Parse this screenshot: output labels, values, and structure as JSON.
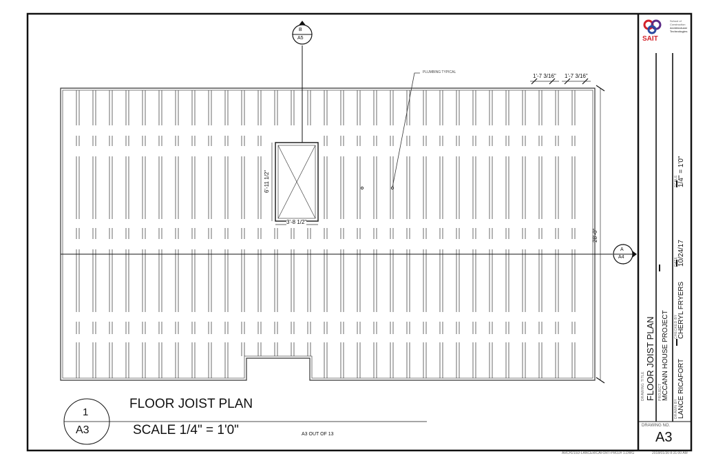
{
  "drawing": {
    "section_top": {
      "letter": "B",
      "sheet": "A5"
    },
    "section_right": {
      "letter": "A",
      "sheet": "A4"
    },
    "note_plumbing": "PLUMBING TYPICAL",
    "dim_joist_1": "1'-7 3/16\"",
    "dim_joist_2": "1'-7 3/16\"",
    "dim_opening_height": "6'-11 1/2\"",
    "dim_opening_width": "3'-8 1/2\"",
    "dim_overall_depth": "28'-0\""
  },
  "caption": {
    "number": "1",
    "sheet": "A3",
    "title": "FLOOR JOIST PLAN",
    "scale": "SCALE 1/4\" = 1'0\"",
    "page_of": "A3 OUT OF 13"
  },
  "title_block": {
    "logo_text": "SAIT",
    "school_line1": "School of",
    "school_line2": "Construction",
    "school_line3": "Architectural",
    "school_line4": "Technologies",
    "drawing_title_label": "DRAWING TITLE",
    "drawing_title": "FLOOR JOIST PLAN",
    "project_label": "PROJECT",
    "project": "MCCANN HOUSE PROJECT",
    "drawn_by_label": "DRAWN BY",
    "drawn_by": "LANCE RICAFORT",
    "checked_by_label": "CHECKED BY",
    "checked_by": "CHERYL FRYERS",
    "date_label": "DATE",
    "date": "10/24/17",
    "scale_label": "SCALE",
    "scale": "1/4\" = 1'0\"",
    "drawing_no_label": "DRAWING NO.",
    "drawing_no": "A3"
  },
  "footer": {
    "file": "ARCH215D-LANCERICAFORT-PROJ# 1.DWG",
    "timestamp": "2018/01/30 8:31:00 AM"
  }
}
